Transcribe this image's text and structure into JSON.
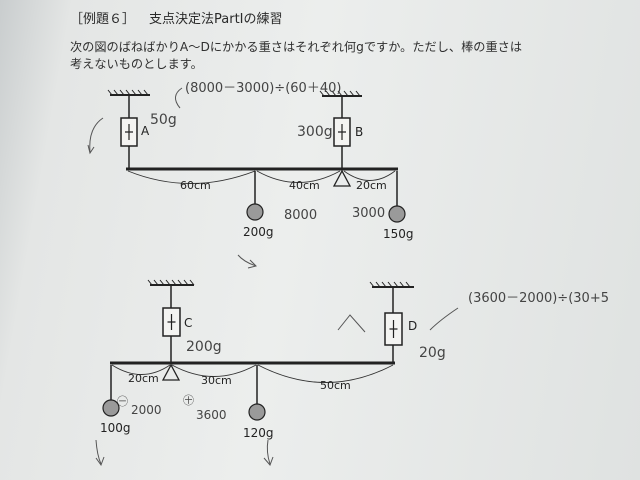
{
  "header": {
    "example_number": "［例題６］",
    "title": "支点決定法PartⅠの練習"
  },
  "question": {
    "line1": "次の図のばねばかりA～Dにかかる重さはそれぞれ何gですか。ただし、棒の重さは",
    "line2": "考えないものとします。"
  },
  "diagram1": {
    "scale_a": "A",
    "scale_b": "B",
    "dist_1": "60cm",
    "dist_2": "40cm",
    "dist_3": "20cm",
    "weight_1": "200g",
    "weight_2": "150g"
  },
  "diagram2": {
    "scale_c": "C",
    "scale_d": "D",
    "dist_1": "20cm",
    "dist_2": "30cm",
    "dist_3": "50cm",
    "weight_1": "100g",
    "weight_2": "120g"
  },
  "handwriting": {
    "formula_top": "(8000－3000)÷(60＋40)",
    "answer_a": "50g",
    "answer_b": "300g",
    "moment_8000": "8000",
    "moment_3000": "3000",
    "formula_right": "(3600－2000)÷(30+5",
    "answer_c": "200g",
    "answer_d": "20g",
    "moment_2000": "2000",
    "moment_3600": "3600",
    "minus_mark": "㊀",
    "plus_mark": "㊉"
  }
}
